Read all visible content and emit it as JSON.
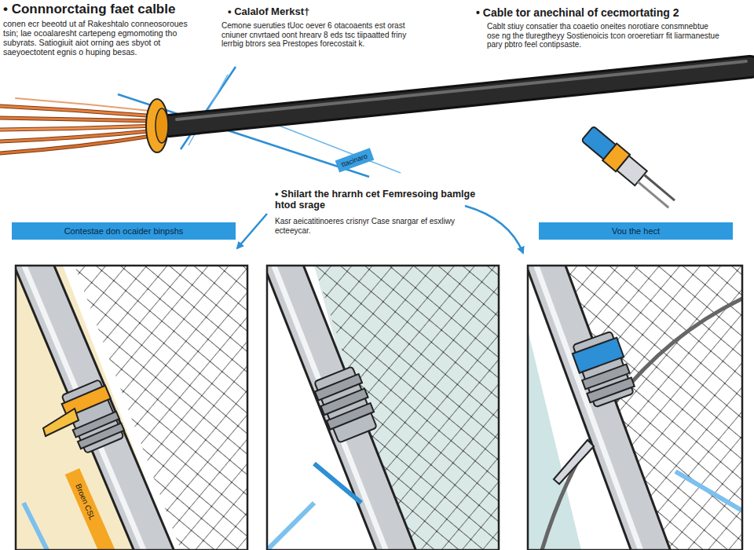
{
  "diagram": {
    "nodes": [
      {
        "text": [
          "ttacinaro"
        ]
      },
      {
        "text": [
          "Contestae don ocaider binpshs"
        ]
      },
      {
        "text": [
          "Vou the hect"
        ]
      }
    ],
    "labels": [
      "• Connnorctaing faet calble",
      "conen ecr beeotd ut af Rakeshtalo conneosoroues tsin; lae ocoalaresht cartepeng egmomoting tho subyrats. Satiogiuit aiot orning aes sbyot ot saeyoectotent egnis o huping besas.",
      "• Calalof Merkst†",
      "Cemone sueruties tUoc oever 6 otacoaents est orast cniuner cnvrtaed oont hrearv 8 eds tsc tiipaatted friny lerrbig btrors sea Prestopes forecostait k.",
      "• Cable tor anechinal of cecmortating 2",
      "Cablt stiuy consatier tha coaetio oneites norotiare consmnebtue ose ng the tluregtheyy Sostienoicis tcon oroeretiarr fit liarmanestue pary pbtro feel contipsaste.",
      "• Shilart the hrarnh cet Femresoing bamlge htod srage",
      "Kasr aeicatitinoeres crisnyr Case snargar ef esxliwy ecteeycar.",
      "Broen CSL"
    ]
  }
}
